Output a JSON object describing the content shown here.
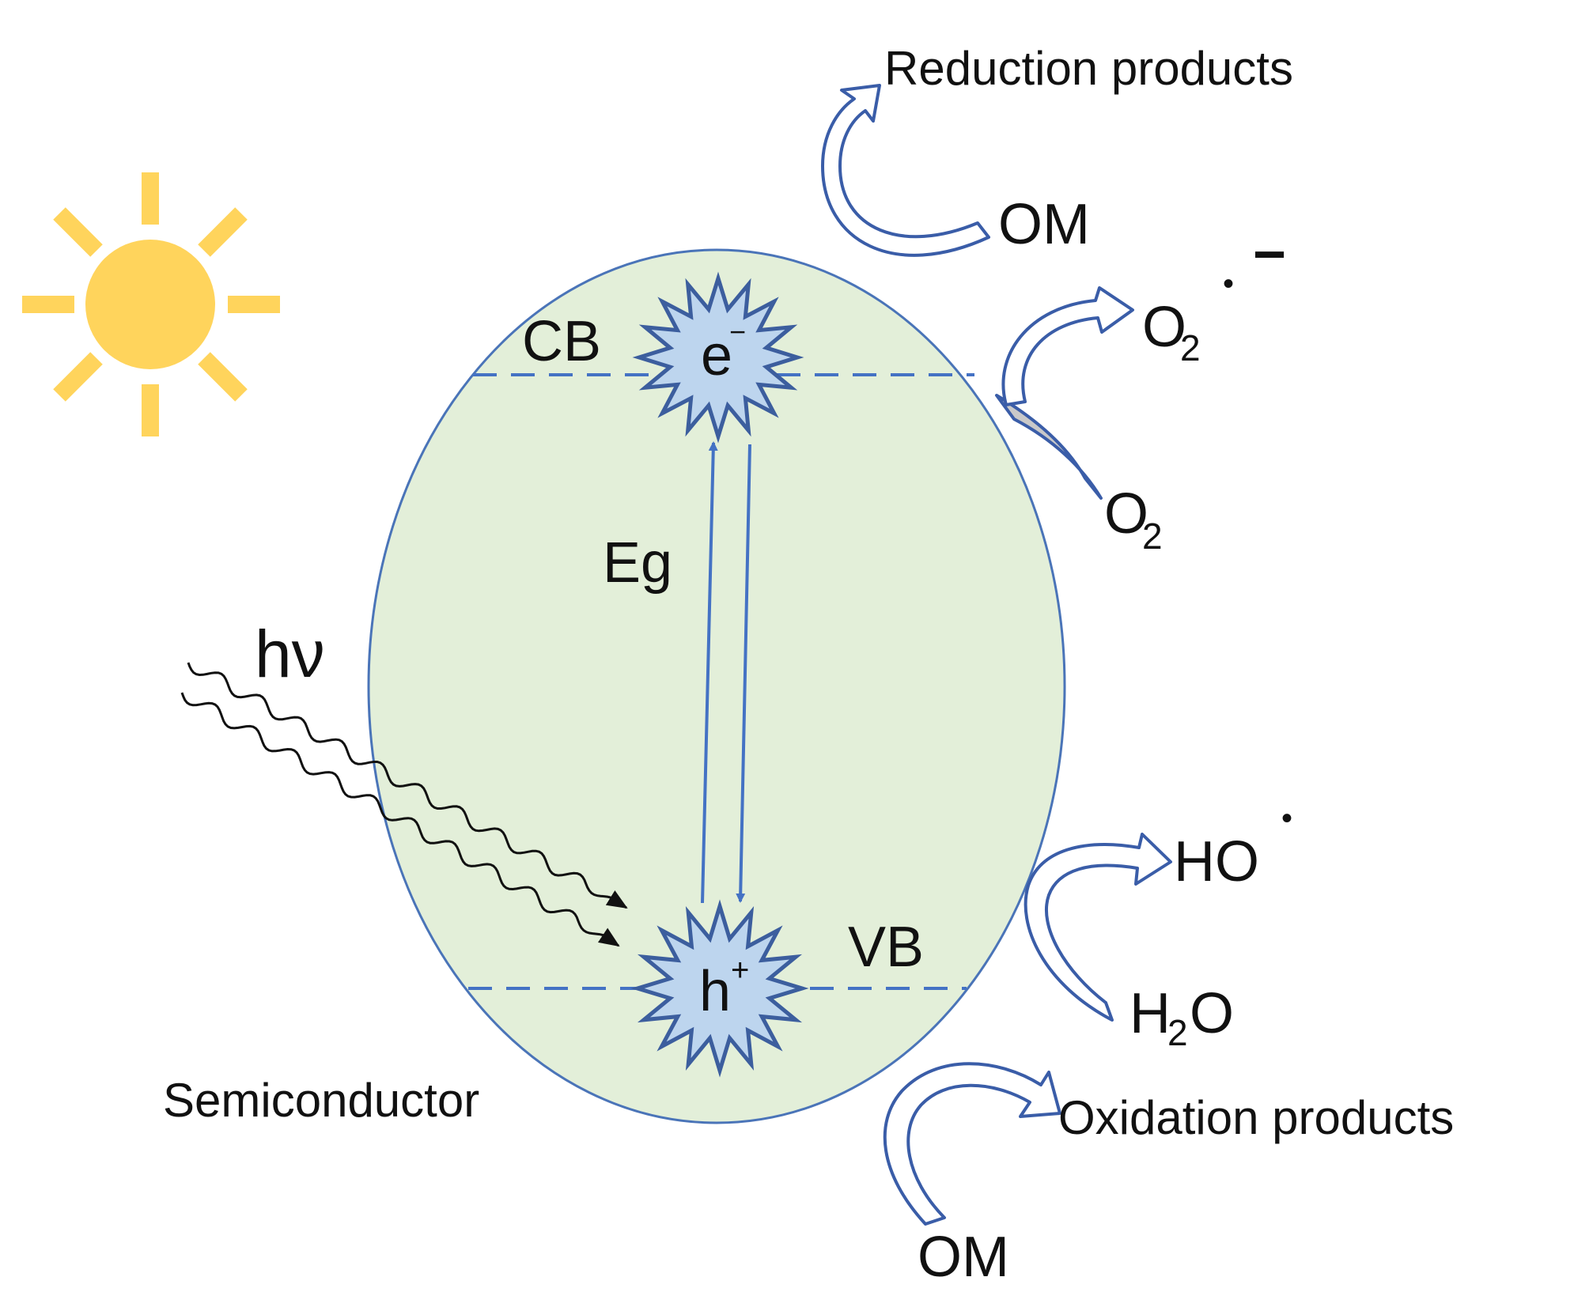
{
  "labels": {
    "reduction_products": "Reduction products",
    "om_top": "OM",
    "o2_radical_base": "O",
    "o2_radical_sub": "2",
    "o2_radical_dot": "•",
    "o2_radical_minus": "−",
    "o2_base": "O",
    "o2_sub": "2",
    "cb": "CB",
    "electron_base": "e",
    "electron_sup": "−",
    "eg": "Eg",
    "hv": "hν",
    "ho_base": "HO",
    "ho_dot": "•",
    "h2o_h": "H",
    "h2o_sub": "2",
    "h2o_o": "O",
    "vb": "VB",
    "hole_base": "h",
    "hole_sup": "+",
    "oxidation_products": "Oxidation products",
    "om_bottom": "OM",
    "semiconductor": "Semiconductor"
  },
  "icons": {
    "sun": "sun-icon",
    "photon": "wavy-photon-arrow-icon",
    "electron_burst": "starburst-icon",
    "hole_burst": "starburst-icon"
  },
  "colors": {
    "particle_fill": "#e3efd9",
    "particle_stroke": "#4a74b8",
    "band_line": "#4472c4",
    "burst_fill": "#bdd5ee",
    "burst_stroke": "#3c5e9e",
    "arrow_stroke": "#3a5da8",
    "sun": "#ffd45c",
    "grey_arrow": "#c9c9c9"
  }
}
